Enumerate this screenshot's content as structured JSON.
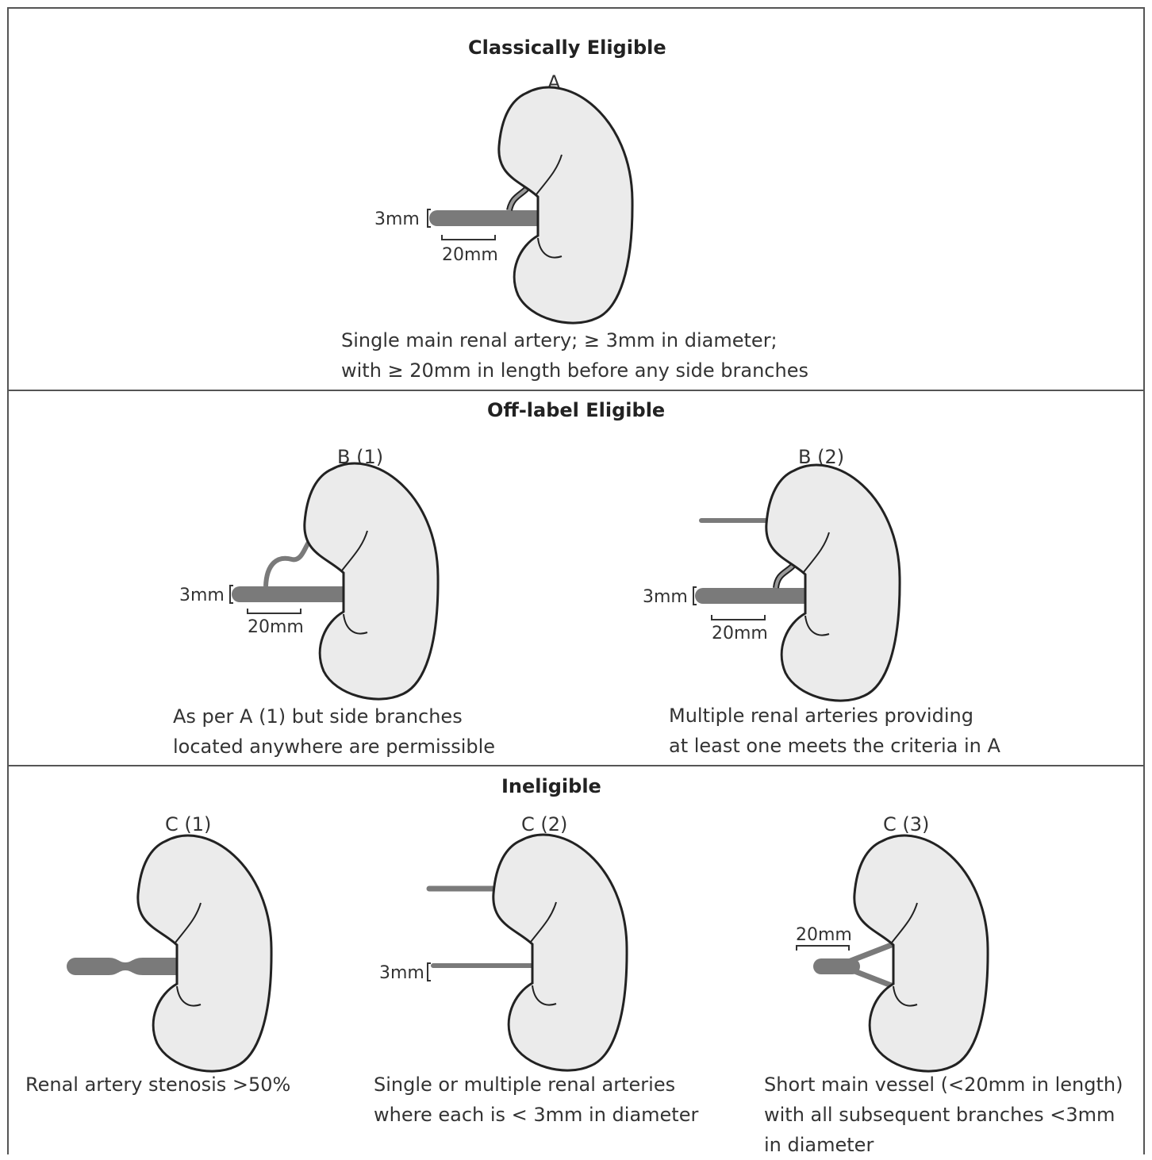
{
  "sections": {
    "classic": {
      "title": "Classically Eligible",
      "panel": {
        "letter": "A",
        "caption": [
          "Single main renal artery; ≥ 3mm in diameter;",
          "with ≥ 20mm in length before any side branches"
        ],
        "diameter_label": "3mm",
        "length_label": "20mm"
      }
    },
    "offlabel": {
      "title": "Off-label Eligible",
      "panels": [
        {
          "letter": "B (1)",
          "caption": [
            "As per A (1) but side branches",
            "located anywhere are permissible"
          ],
          "diameter_label": "3mm",
          "length_label": "20mm"
        },
        {
          "letter": "B (2)",
          "caption": [
            "Multiple renal arteries providing",
            "at least one meets the criteria in A"
          ],
          "diameter_label": "3mm",
          "length_label": "20mm"
        }
      ]
    },
    "ineligible": {
      "title": "Ineligible",
      "panels": [
        {
          "letter": "C (1)",
          "caption": [
            "Renal artery stenosis >50%"
          ]
        },
        {
          "letter": "C (2)",
          "caption": [
            "Single or multiple renal arteries",
            "where each is < 3mm in diameter"
          ],
          "diameter_label": "3mm"
        },
        {
          "letter": "C (3)",
          "caption": [
            "Short main vessel (<20mm in length)",
            "with all subsequent branches <3mm",
            "in diameter"
          ],
          "length_label": "20mm"
        }
      ]
    }
  },
  "colors": {
    "kidney_fill": "#ebebeb",
    "outline": "#222222",
    "vessel": "#7a7a7a",
    "divider": "#555555"
  }
}
